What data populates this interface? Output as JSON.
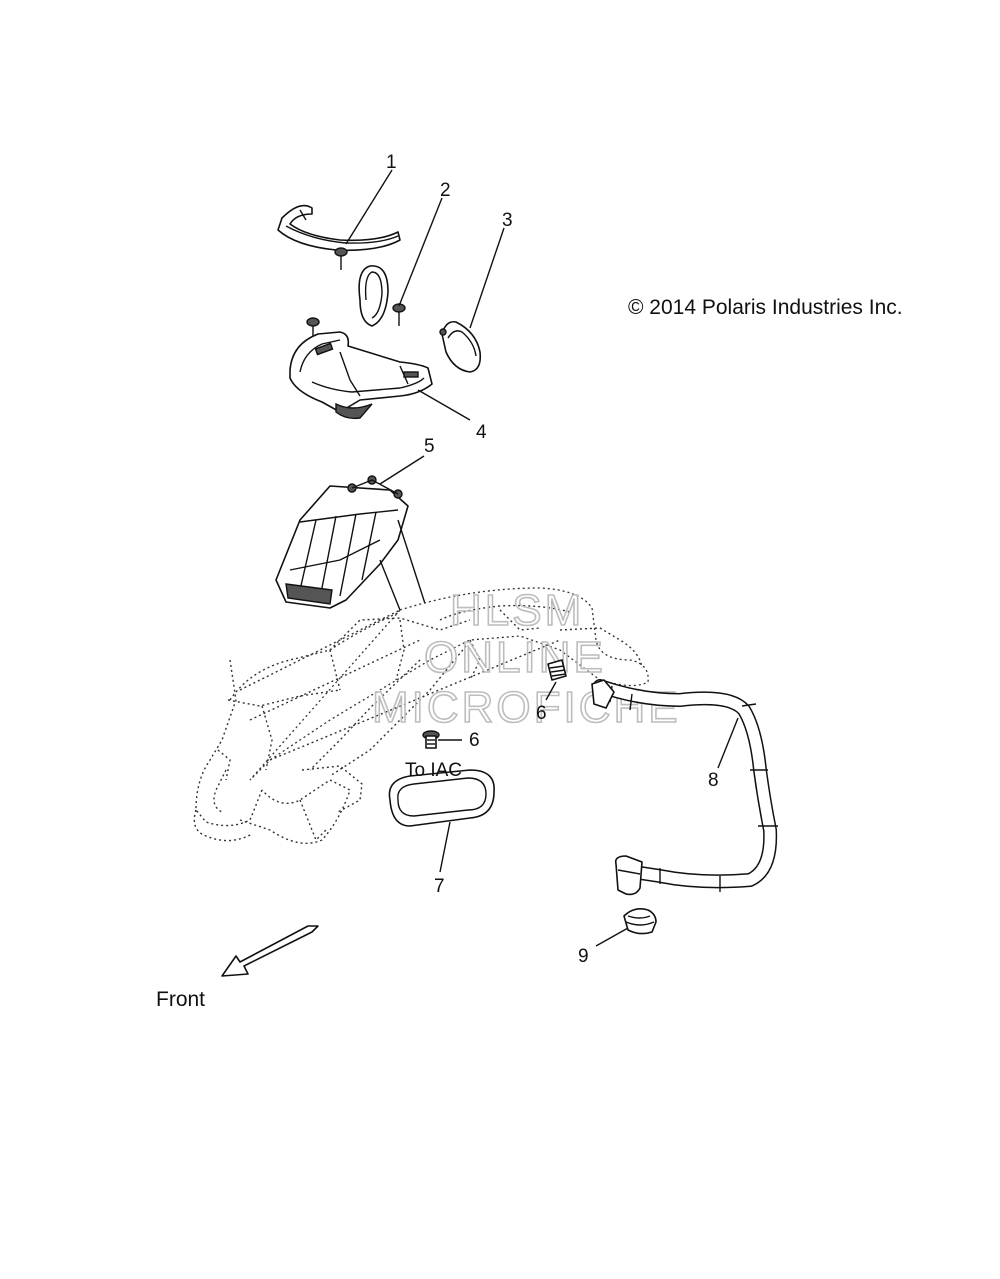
{
  "copyright": "© 2014 Polaris Industries Inc.",
  "watermark": {
    "line1": "HLSM",
    "line2": "ONLINE",
    "line3": "MICROFICHE"
  },
  "callouts": [
    {
      "id": "c1",
      "label": "1"
    },
    {
      "id": "c2",
      "label": "2"
    },
    {
      "id": "c3",
      "label": "3"
    },
    {
      "id": "c4",
      "label": "4"
    },
    {
      "id": "c5",
      "label": "5"
    },
    {
      "id": "c6a",
      "label": "6"
    },
    {
      "id": "c6b",
      "label": "6"
    },
    {
      "id": "c7",
      "label": "7"
    },
    {
      "id": "c8",
      "label": "8"
    },
    {
      "id": "c9",
      "label": "9"
    }
  ],
  "annotation_iac": "To IAC",
  "front_label": "Front"
}
